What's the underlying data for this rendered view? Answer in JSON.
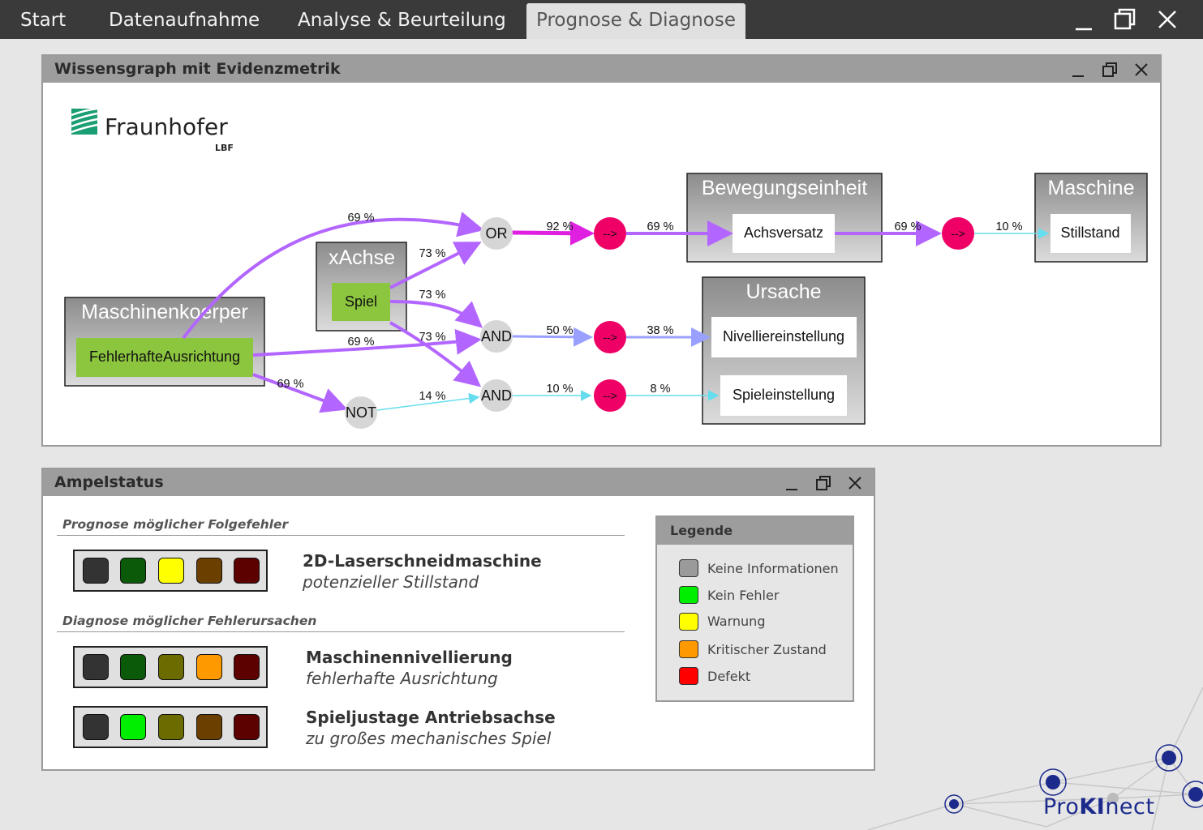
{
  "tabs": [
    "Start",
    "Datenaufnahme",
    "Analyse & Beurteilung",
    "Prognose & Diagnose"
  ],
  "graph_panel": {
    "title": "Wissensgraph mit Evidenzmetrik",
    "logo": {
      "name": "Fraunhofer",
      "sub": "LBF"
    },
    "groups": {
      "maschinenkoerper": "Maschinenkoerper",
      "xachse": "xAchse",
      "bewegungseinheit": "Bewegungseinheit",
      "maschine": "Maschine",
      "ursache": "Ursache"
    },
    "nodes": {
      "fehlerhafte": "FehlerhafteAusrichtung",
      "spiel": "Spiel",
      "achsversatz": "Achsversatz",
      "stillstand": "Stillstand",
      "nivellier": "Nivelliereinstellung",
      "spieleinst": "Spieleinstellung"
    },
    "gates": {
      "or": "OR",
      "and1": "AND",
      "and2": "AND",
      "not": "NOT"
    },
    "arrow_label": "-->",
    "edge_labels": {
      "e1": "69 %",
      "e2": "73 %",
      "e3": "73 %",
      "e4": "69 %",
      "e5": "73 %",
      "e6": "69 %",
      "e7": "14 %",
      "e8": "92 %",
      "e9": "69 %",
      "e10": "69 %",
      "e11": "10 %",
      "e12": "50 %",
      "e13": "38 %",
      "e14": "10 %",
      "e15": "8 %"
    }
  },
  "status_panel": {
    "title": "Ampelstatus",
    "prognose_title": "Prognose möglicher Folgefehler",
    "diagnose_title": "Diagnose möglicher Fehlerursachen",
    "items": [
      {
        "name": "2D-Laserschneidmaschine",
        "desc": "potenzieller Stillstand",
        "lights": [
          "#333333",
          "#0a5a0a",
          "#ffff00",
          "#6b3f00",
          "#5c0000"
        ]
      },
      {
        "name": "Maschinennivellierung",
        "desc": "fehlerhafte Ausrichtung",
        "lights": [
          "#333333",
          "#0a5a0a",
          "#6b6b00",
          "#ff9900",
          "#5c0000"
        ]
      },
      {
        "name": "Spieljustage Antriebsachse",
        "desc": "zu großes mechanisches Spiel",
        "lights": [
          "#333333",
          "#00ee00",
          "#6b6b00",
          "#6b3f00",
          "#5c0000"
        ]
      }
    ]
  },
  "legend": {
    "title": "Legende",
    "items": [
      {
        "label": "Keine Informationen",
        "color": "#9a9a9a"
      },
      {
        "label": "Kein Fehler",
        "color": "#00ee00"
      },
      {
        "label": "Warnung",
        "color": "#ffff00"
      },
      {
        "label": "Kritischer Zustand",
        "color": "#ff9900"
      },
      {
        "label": "Defekt",
        "color": "#ff0000"
      }
    ]
  },
  "brand": {
    "pre": "Pro",
    "mid": "KI",
    "post": "nect"
  },
  "colors": {
    "purple": "#b366ff",
    "magenta": "#e020e0",
    "blue": "#9aa0ff",
    "cyan": "#66ddee",
    "pink": "#ee0066"
  }
}
